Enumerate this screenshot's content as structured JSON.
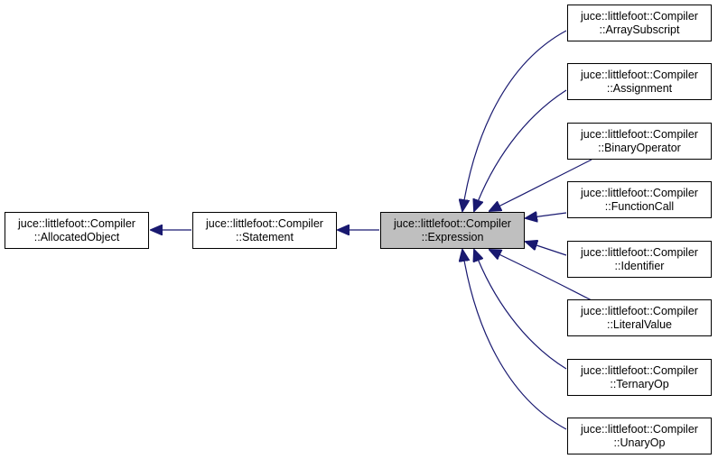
{
  "colors": {
    "edge": "#191970",
    "node_border": "#000000",
    "node_fill": "#ffffff",
    "focus_fill": "#bfbfbf"
  },
  "nodes": {
    "allocated_object": {
      "line1": "juce::littlefoot::Compiler",
      "line2": "::AllocatedObject"
    },
    "statement": {
      "line1": "juce::littlefoot::Compiler",
      "line2": "::Statement"
    },
    "expression": {
      "line1": "juce::littlefoot::Compiler",
      "line2": "::Expression"
    },
    "array_subscript": {
      "line1": "juce::littlefoot::Compiler",
      "line2": "::ArraySubscript"
    },
    "assignment": {
      "line1": "juce::littlefoot::Compiler",
      "line2": "::Assignment"
    },
    "binary_operator": {
      "line1": "juce::littlefoot::Compiler",
      "line2": "::BinaryOperator"
    },
    "function_call": {
      "line1": "juce::littlefoot::Compiler",
      "line2": "::FunctionCall"
    },
    "identifier": {
      "line1": "juce::littlefoot::Compiler",
      "line2": "::Identifier"
    },
    "literal_value": {
      "line1": "juce::littlefoot::Compiler",
      "line2": "::LiteralValue"
    },
    "ternary_op": {
      "line1": "juce::littlefoot::Compiler",
      "line2": "::TernaryOp"
    },
    "unary_op": {
      "line1": "juce::littlefoot::Compiler",
      "line2": "::UnaryOp"
    }
  }
}
